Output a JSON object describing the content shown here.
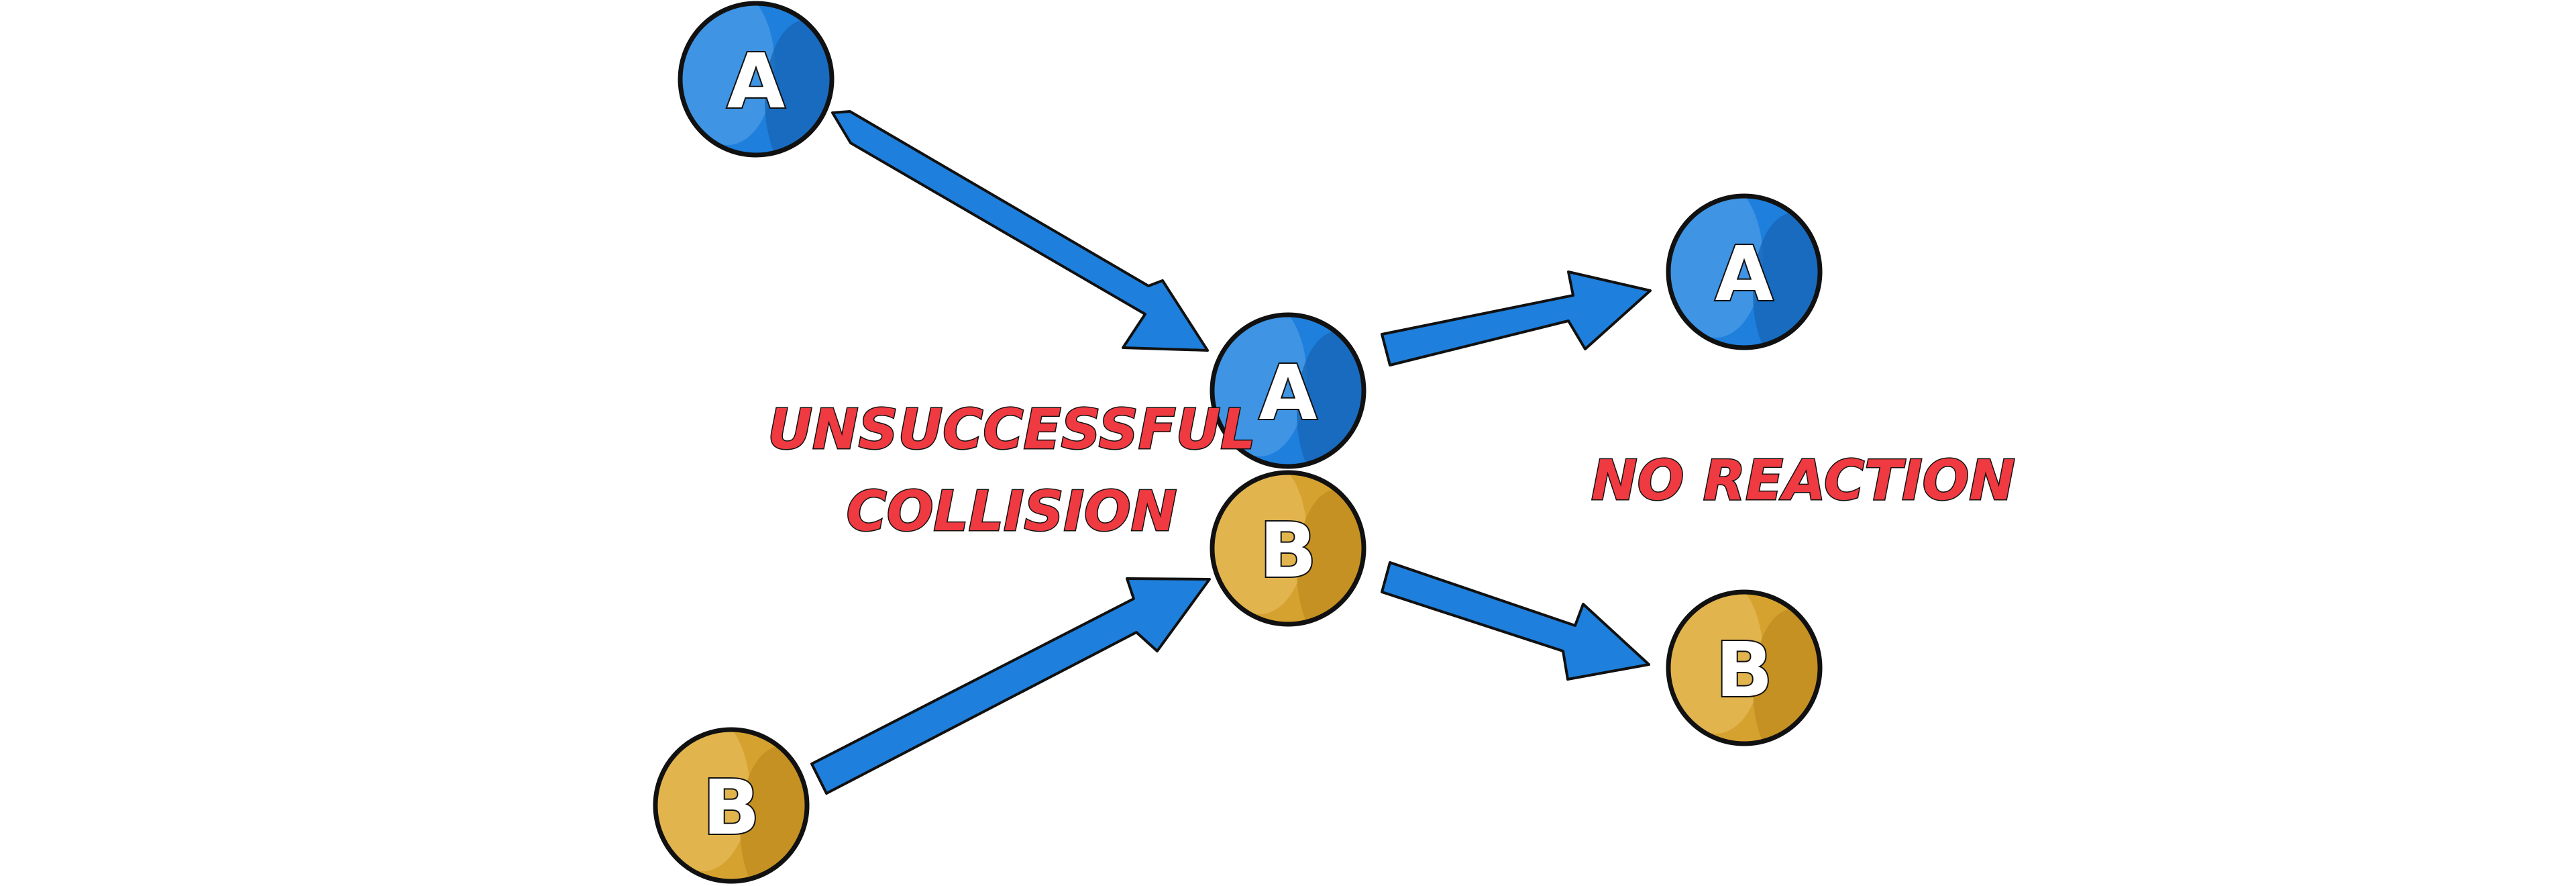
{
  "colors": {
    "particle_a_fill": "#1e7fdc",
    "particle_a_highlight": "#4b9be6",
    "particle_a_shadow": "#1666b8",
    "particle_b_fill": "#d6a22f",
    "particle_b_highlight": "#e4b95a",
    "particle_b_shadow": "#c08d1f",
    "arrow_fill": "#1e7fdc",
    "outline": "#111111",
    "label_fill": "#ee3a40"
  },
  "particles": {
    "a_start": {
      "label": "A",
      "species": "A"
    },
    "b_start": {
      "label": "B",
      "species": "B"
    },
    "a_collision": {
      "label": "A",
      "species": "A"
    },
    "b_collision": {
      "label": "B",
      "species": "B"
    },
    "a_end": {
      "label": "A",
      "species": "A"
    },
    "b_end": {
      "label": "B",
      "species": "B"
    }
  },
  "labels": {
    "collision_line1": "UNSUCCESSFUL",
    "collision_line2": "COLLISION",
    "outcome": "NO REACTION"
  }
}
